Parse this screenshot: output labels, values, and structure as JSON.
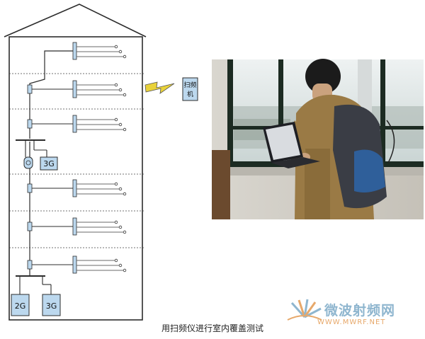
{
  "diagram": {
    "boxes": {
      "scanner": [
        "扫频",
        "机"
      ],
      "mid_3g": "3G",
      "bottom_2g": "2G",
      "bottom_3g": "3G"
    }
  },
  "caption": "用扫频仪进行室内覆盖测试",
  "watermark": {
    "name": "微波射频网",
    "url": "WWW.MWRF.NET"
  },
  "colors": {
    "box_fill": "#bcd8ee",
    "line": "#2c2c2c",
    "antenna": "#6a6a6a",
    "watermark_blue": "#8fb6cf",
    "watermark_orange": "#e7a86a",
    "lightning": "#e9d23a"
  },
  "photo": {
    "icons": [
      "window-icon",
      "person-icon",
      "laptop-icon",
      "backpack-icon"
    ]
  }
}
